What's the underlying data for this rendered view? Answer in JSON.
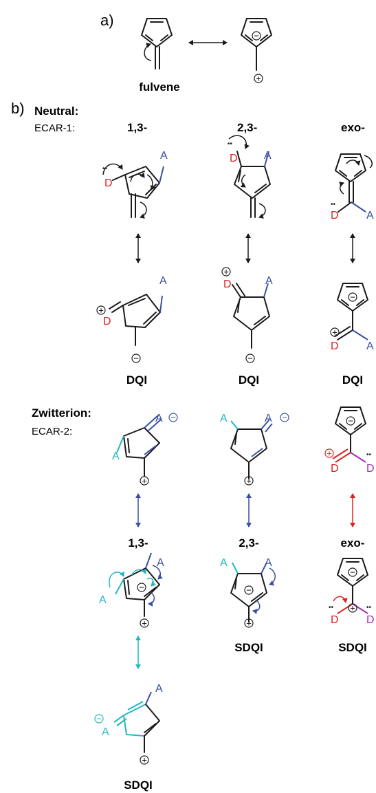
{
  "labels": {
    "part_a": "a)",
    "part_b": "b)",
    "fulvene": "fulvene",
    "neutral": "Neutral:",
    "ecar1": "ECAR-1:",
    "pos13": "1,3-",
    "pos23": "2,3-",
    "exo": "exo-",
    "dqi": "DQI",
    "zwitterion": "Zwitterion:",
    "ecar2": "ECAR-2:",
    "sdqi": "SDQI"
  },
  "atoms": {
    "A": "A",
    "D": "D"
  },
  "charges": {
    "plus": "+",
    "minus": "−"
  },
  "lone_pair": "••",
  "colors": {
    "black": "#1a1a1a",
    "acceptor_blue": "#3a4fa0",
    "donor_red": "#e02020",
    "cyan": "#20b8c0",
    "purple": "#a030b0"
  }
}
